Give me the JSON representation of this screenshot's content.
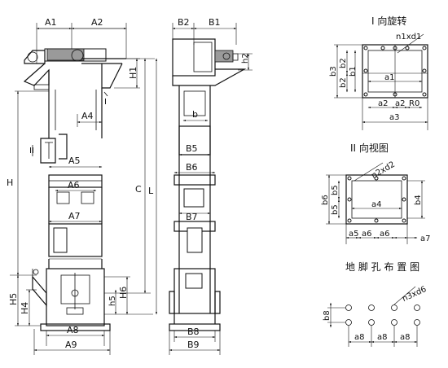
{
  "front_view": {
    "labels": {
      "A1": "A1",
      "A2": "A2",
      "A4": "A4",
      "A5": "A5",
      "A6": "A6",
      "A7": "A7",
      "A8": "A8",
      "A9": "A9",
      "H": "H",
      "H1": "H1",
      "H4": "H4",
      "H5": "H5",
      "H6": "H6",
      "h5": "h5",
      "C": "C",
      "L": "L",
      "I": "I",
      "II": "II"
    }
  },
  "side_view": {
    "labels": {
      "B1": "B1",
      "B2": "B2",
      "B5": "B5",
      "B6": "B6",
      "B7": "B7",
      "B8": "B8",
      "B9": "B9",
      "b": "b",
      "h2": "h2"
    }
  },
  "view_1": {
    "title": "I 向旋转",
    "labels": {
      "n1xd1": "n1xd1",
      "b3": "b3",
      "b2a": "b2",
      "b2b": "b2",
      "b1": "b1",
      "a1": "a1",
      "a2a": "a2",
      "a2b": "a2",
      "R0": "R0",
      "a3": "a3"
    }
  },
  "view_2": {
    "title": "II 向视图",
    "labels": {
      "n2xd2": "n2xd2",
      "b6": "b6",
      "b5a": "b5",
      "b5b": "b5",
      "b4": "b4",
      "a4": "a4",
      "a5": "a5",
      "a6a": "a6",
      "a6b": "a6",
      "a7": "a7"
    }
  },
  "foundation": {
    "title": "地 脚 孔 布 置 图",
    "labels": {
      "n3xd6": "n3xd6",
      "b8": "b8",
      "a8a": "a8",
      "a8b": "a8",
      "a8c": "a8"
    }
  }
}
